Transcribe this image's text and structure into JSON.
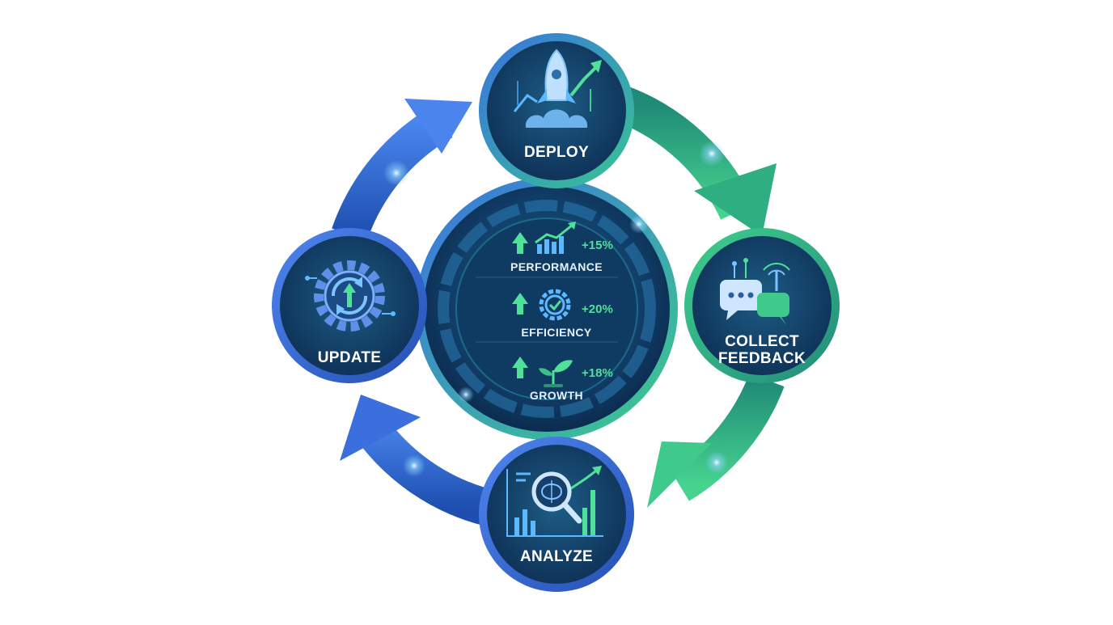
{
  "colors": {
    "blue": "#3d6fe0",
    "green": "#3fc98a",
    "navy": "#113a63",
    "accent_green": "#4fe09a",
    "accent_blue": "#7cc4ff"
  },
  "cycle": {
    "deploy": {
      "label": "DEPLOY",
      "icon": "rocket-launch-icon"
    },
    "collect": {
      "label_line1": "COLLECT",
      "label_line2": "FEEDBACK",
      "icon": "chat-bubbles-antenna-icon"
    },
    "analyze": {
      "label": "ANALYZE",
      "icon": "brain-magnifier-chart-icon"
    },
    "update": {
      "label": "UPDATE",
      "icon": "gear-refresh-icon"
    }
  },
  "metrics": [
    {
      "label": "PERFORMANCE",
      "value": "+15%",
      "icon": "trend-chart-icon"
    },
    {
      "label": "EFFICIENCY",
      "value": "+20%",
      "icon": "gear-check-icon"
    },
    {
      "label": "GROWTH",
      "value": "+18%",
      "icon": "sprout-icon"
    }
  ]
}
